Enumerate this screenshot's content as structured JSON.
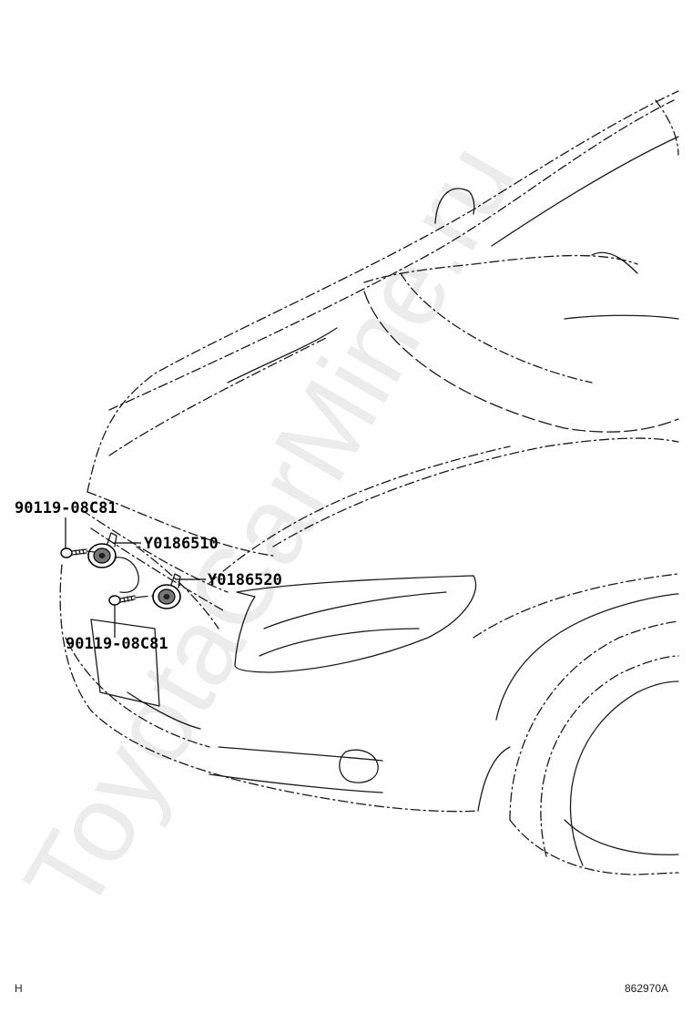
{
  "callouts": {
    "bolt_upper": "90119-08C81",
    "horn_upper": "Y0186510",
    "horn_lower": "Y0186520",
    "bolt_lower": "90119-08C81"
  },
  "corner": {
    "left_mark": "H",
    "figure_number": "862970A"
  },
  "watermark": "ToyotaCarMine.ru",
  "icons": {
    "horn_upper": "horn-icon",
    "horn_lower": "horn-icon",
    "bolt_upper": "bolt-icon",
    "bolt_lower": "bolt-icon"
  }
}
